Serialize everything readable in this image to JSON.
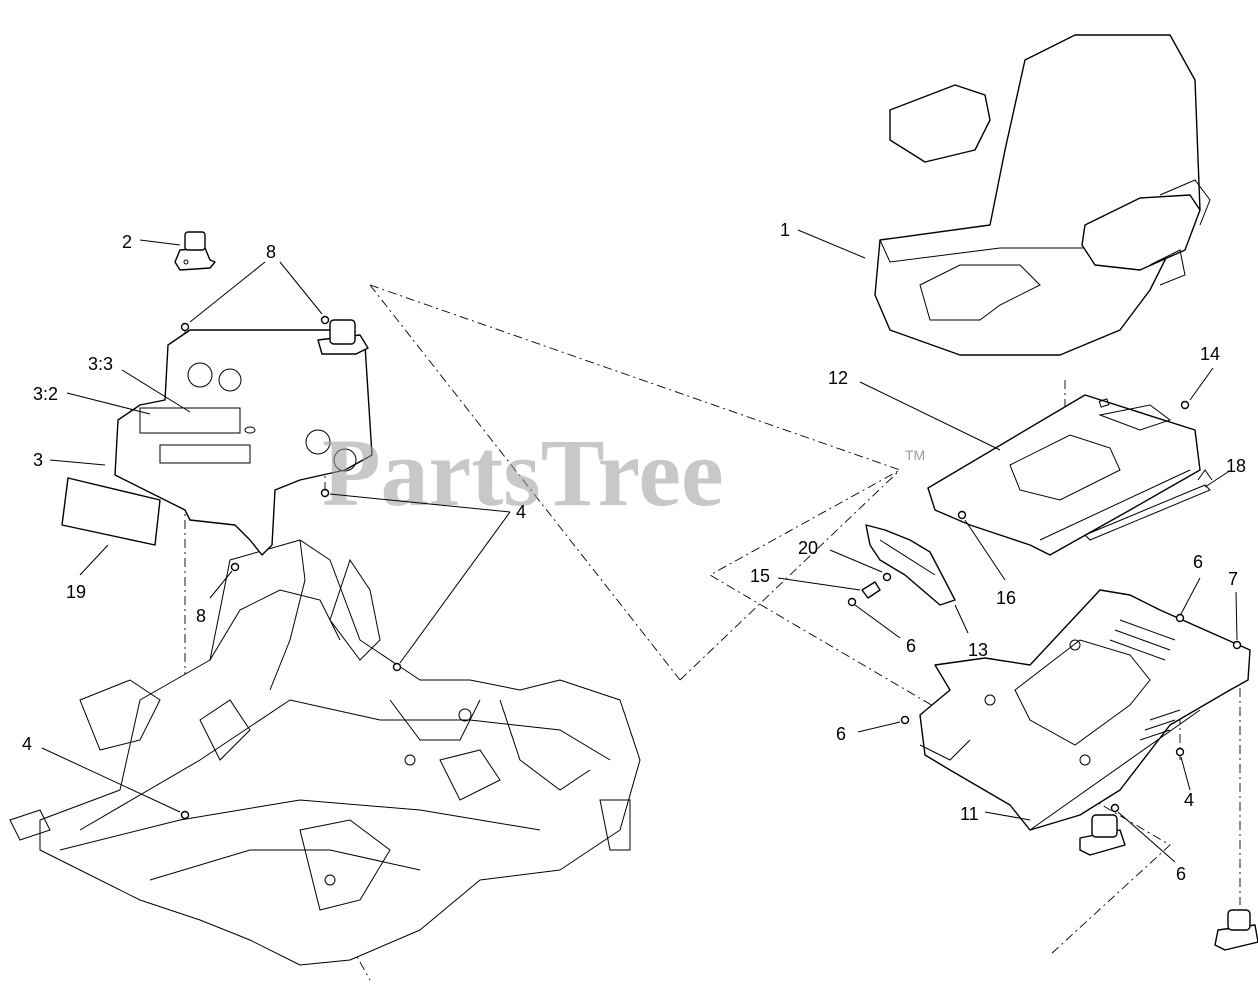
{
  "watermark": {
    "text": "PartsTree",
    "tm": "TM"
  },
  "callouts": {
    "c1": "1",
    "c2": "2",
    "c3": "3",
    "c3_2": "3:2",
    "c3_3": "3:3",
    "c4a": "4",
    "c4b": "4",
    "c4c": "4",
    "c6a": "6",
    "c6b": "6",
    "c6c": "6",
    "c6d": "6",
    "c7": "7",
    "c8a": "8",
    "c8b": "8",
    "c11": "11",
    "c12": "12",
    "c13": "13",
    "c14": "14",
    "c15": "15",
    "c16": "16",
    "c18": "18",
    "c19": "19",
    "c20": "20"
  }
}
